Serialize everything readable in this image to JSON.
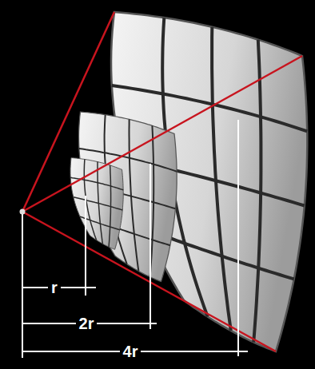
{
  "diagram": {
    "labels": [
      "r",
      "2r",
      "4r"
    ]
  }
}
